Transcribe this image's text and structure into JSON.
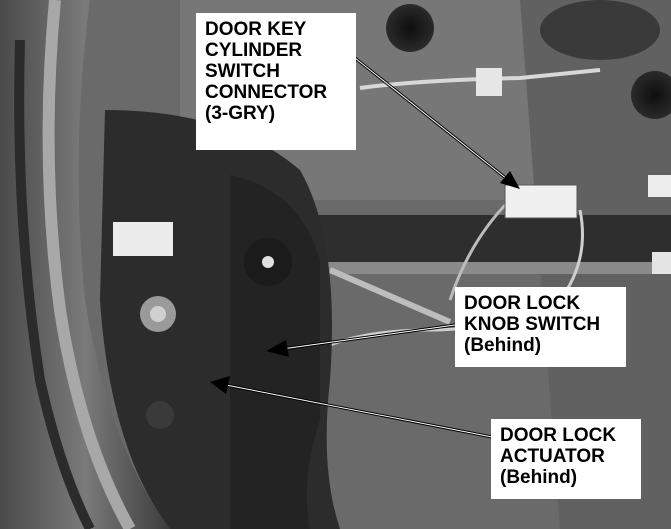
{
  "labels": {
    "key_cylinder": [
      "DOOR KEY",
      "CYLINDER",
      "SWITCH",
      "CONNECTOR",
      "(3-GRY)"
    ],
    "knob_switch": [
      "DOOR LOCK",
      "KNOB SWITCH",
      "(Behind)"
    ],
    "actuator": [
      "DOOR LOCK",
      "ACTUATOR",
      "(Behind)"
    ]
  }
}
